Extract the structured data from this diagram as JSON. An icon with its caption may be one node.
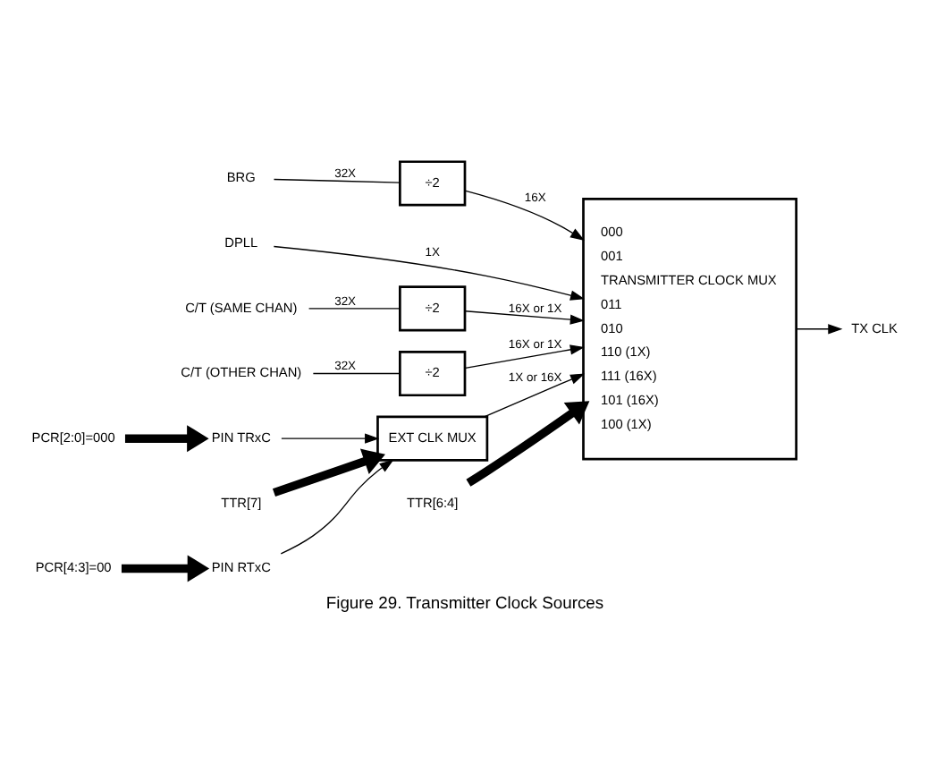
{
  "diagram": {
    "caption": "Figure 29. Transmitter Clock Sources",
    "nodes": [
      {
        "text": [
          "PCR[2:0]=000"
        ]
      },
      {
        "text": [
          "TTR[7]"
        ]
      },
      {
        "text": [
          "PIN TRxC"
        ]
      },
      {
        "text": [
          "EXT CLK MUX"
        ]
      },
      {
        "text": [
          "PIN RTxC"
        ]
      },
      {
        "text": [
          "PCR[4:3]=00"
        ]
      },
      {
        "text": [
          "000",
          "001",
          "TRANSMITTER CLOCK MUX",
          "011",
          "010",
          "110 (1X)",
          "111 (16X)",
          "101 (16X)",
          "100 (1X)"
        ]
      },
      {
        "text": [
          "BRG"
        ]
      },
      {
        "text": [
          "÷2"
        ]
      },
      {
        "text": [
          "DPLL"
        ]
      },
      {
        "text": [
          "C/T (SAME CHAN)"
        ]
      },
      {
        "text": [
          "÷2"
        ]
      },
      {
        "text": [
          "C/T (OTHER CHAN)"
        ]
      },
      {
        "text": [
          "÷2"
        ]
      },
      {
        "text": [
          "TX CLK"
        ]
      },
      {
        "text": [
          "TTR[6:4]"
        ]
      }
    ],
    "edges": [
      {
        "from": 0,
        "to": 2,
        "arrow": "to",
        "style": "thick"
      },
      {
        "from": 1,
        "to": 3,
        "arrow": "to",
        "style": "thick"
      },
      {
        "from": 2,
        "to": 3,
        "arrow": "to"
      },
      {
        "from": 4,
        "to": 3,
        "arrow": "to"
      },
      {
        "from": 5,
        "to": 4,
        "arrow": "to",
        "style": "thick"
      },
      {
        "from": 3,
        "to": 6,
        "arrow": "to",
        "label": "1X or 16X"
      },
      {
        "from": 7,
        "to": 8,
        "arrow": "none",
        "label": "32X"
      },
      {
        "from": 8,
        "to": 6,
        "arrow": "to",
        "label": "16X"
      },
      {
        "from": 9,
        "to": 6,
        "arrow": "to",
        "label": "1X"
      },
      {
        "from": 10,
        "to": 11,
        "arrow": "none",
        "label": "32X"
      },
      {
        "from": 11,
        "to": 6,
        "arrow": "to",
        "label": "16X or 1X"
      },
      {
        "from": 12,
        "to": 13,
        "arrow": "none",
        "label": "32X"
      },
      {
        "from": 13,
        "to": 6,
        "arrow": "to",
        "label": "16X or 1X"
      },
      {
        "from": 6,
        "to": 14,
        "arrow": "to"
      },
      {
        "from": 15,
        "to": 6,
        "arrow": "to",
        "style": "thick"
      }
    ]
  }
}
